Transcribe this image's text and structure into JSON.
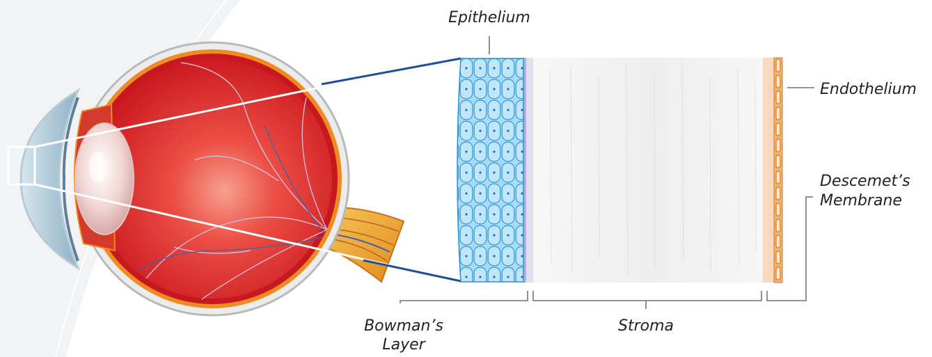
{
  "labels": {
    "epithelium": "Epithelium",
    "endothelium": "Endothelium",
    "descemets_line1": "Descemet’s",
    "descemets_line2": "Membrane",
    "bowmans_line1": "Bowman’s",
    "bowmans_line2": "Layer",
    "stroma": "Stroma"
  },
  "colors": {
    "sclera": "#ececec",
    "eyeball_red": "#e0262b",
    "choroid_orange": "#f08a22",
    "epithelium_blue": "#7ec3ee",
    "endothelium_orange": "#f5a35a",
    "stroma": "#f3f3f3",
    "zoom_line": "#1b4f9c"
  }
}
